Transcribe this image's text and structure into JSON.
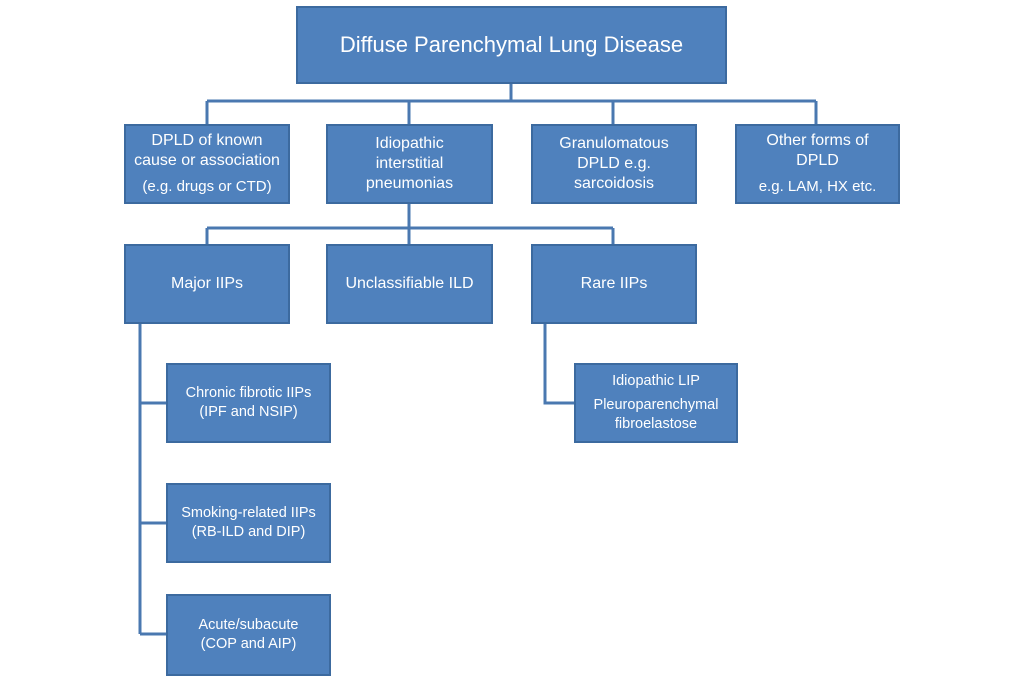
{
  "root": {
    "label": "Diffuse Parenchymal Lung Disease"
  },
  "categories": [
    {
      "line1": "DPLD of known",
      "line2": "cause or association",
      "note": "(e.g. drugs or CTD)"
    },
    {
      "line1": "Idiopathic",
      "line2": "interstitial",
      "line3": "pneumonias"
    },
    {
      "line1": "Granulomatous",
      "line2": "DPLD e.g.",
      "line3": "sarcoidosis"
    },
    {
      "line1": "Other forms of",
      "line2": "DPLD",
      "note": "e.g. LAM, HX etc."
    }
  ],
  "iip_groups": [
    {
      "label": "Major IIPs"
    },
    {
      "label": "Unclassifiable ILD"
    },
    {
      "label": "Rare IIPs"
    }
  ],
  "major_iips": [
    {
      "line1": "Chronic fibrotic IIPs",
      "line2": "(IPF and NSIP)"
    },
    {
      "line1": "Smoking-related IIPs",
      "line2": "(RB-ILD and DIP)"
    },
    {
      "line1": "Acute/subacute",
      "line2": "(COP and AIP)"
    }
  ],
  "rare_iips": {
    "line1": "Idiopathic LIP",
    "line2": "Pleuroparenchymal",
    "line3": "fibroelastose"
  },
  "colors": {
    "box_fill": "#4f81bd",
    "box_border": "#3c6a9f",
    "connector": "#4a78b0",
    "text": "#ffffff"
  }
}
